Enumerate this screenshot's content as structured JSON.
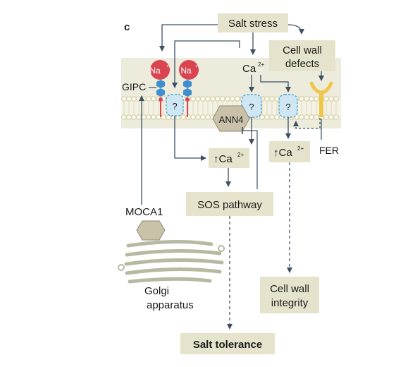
{
  "panel_letter": "c",
  "labels": {
    "salt_stress": "Salt stress",
    "cell_wall_defects_line1": "Cell wall",
    "cell_wall_defects_line2": "defects",
    "na_left": "Na",
    "na_right": "Na",
    "na_charge": "+",
    "gipc": "GIPC",
    "ca_top": "Ca",
    "ca_top_charge": "2+",
    "unknown_channel": "?",
    "ann4": "ANN4",
    "ca_rise_left": "↑Ca",
    "ca_rise_left_charge": "2+",
    "ca_rise_right": "↑Ca",
    "ca_rise_right_charge": "2+",
    "fer": "FER",
    "sos_pathway": "SOS pathway",
    "moca1": "MOCA1",
    "golgi_line1": "Golgi",
    "golgi_line2": "apparatus",
    "cell_wall_integrity_line1": "Cell wall",
    "cell_wall_integrity_line2": "integrity",
    "salt_tolerance": "Salt tolerance"
  },
  "colors": {
    "label_box": "#e6e3cc",
    "membrane_band": "#ecebdc",
    "lipid_head": "#d8d3a6",
    "sodium": "#d94450",
    "channel_fill": "#cfe6f3",
    "channel_stroke": "#4aa6d6",
    "ann4": "#c9c2a8",
    "fer": "#f0c64a",
    "arrow": "#3d4f63"
  }
}
